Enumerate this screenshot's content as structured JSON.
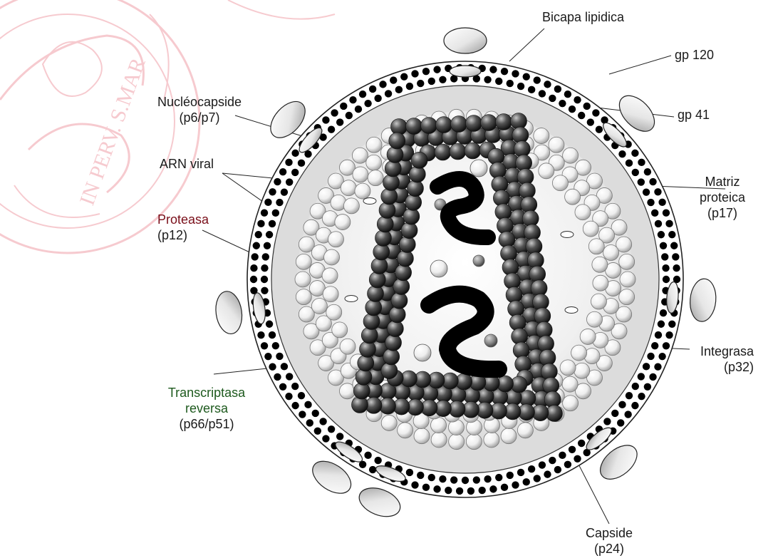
{
  "labels": {
    "bicapa": "Bicapa lipidica",
    "gp120": "gp 120",
    "gp41": "gp 41",
    "nucleocapside": [
      "Nucléocapside",
      "(p6/p7)"
    ],
    "arn_viral": "ARN viral",
    "matriz": [
      "Matriz",
      "proteica",
      "(p17)"
    ],
    "proteasa": [
      "Proteasa",
      "(p12)"
    ],
    "integrasa": [
      "Integrasa",
      "(p32)"
    ],
    "transcriptasa": [
      "Transcriptasa",
      "reversa",
      "(p66/p51)"
    ],
    "capside": [
      "Capside",
      "(p24)"
    ]
  },
  "watermark": {
    "text": "IN PERV. S.MAR",
    "color": "#f0a0a8"
  },
  "colors": {
    "label_dark": "#1a1a1a",
    "label_red": "#7a0f1a",
    "label_green": "#1e5a1e",
    "capsid_beads": "#3a3a3a",
    "matrix_beads": "#f2f2f2",
    "bilayer_dots": "#000000",
    "interior": "#e2e2e2"
  }
}
